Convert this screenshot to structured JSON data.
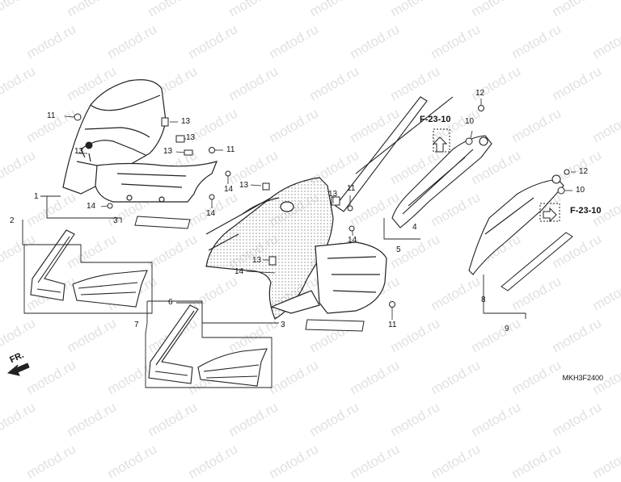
{
  "watermark_text": "motod.ru",
  "diagram_code": "MKH3F2400",
  "direction_label": "FR.",
  "reference_label": "F-23-10",
  "callouts": {
    "c1": "1",
    "c2": "2",
    "c3a": "3",
    "c3b": "3",
    "c4": "4",
    "c5": "5",
    "c6": "6",
    "c7": "7",
    "c8": "8",
    "c9": "9",
    "c10a": "10",
    "c10b": "10",
    "c11a": "11",
    "c11b": "11",
    "c11c": "11",
    "c11d": "11",
    "c12a": "12",
    "c12b": "12",
    "c13a": "13",
    "c13b": "13",
    "c13c": "13",
    "c13d": "13",
    "c13e": "13",
    "c13f": "13",
    "c14a": "14",
    "c14b": "14",
    "c14c": "14",
    "c14d": "14",
    "c14e": "14"
  }
}
